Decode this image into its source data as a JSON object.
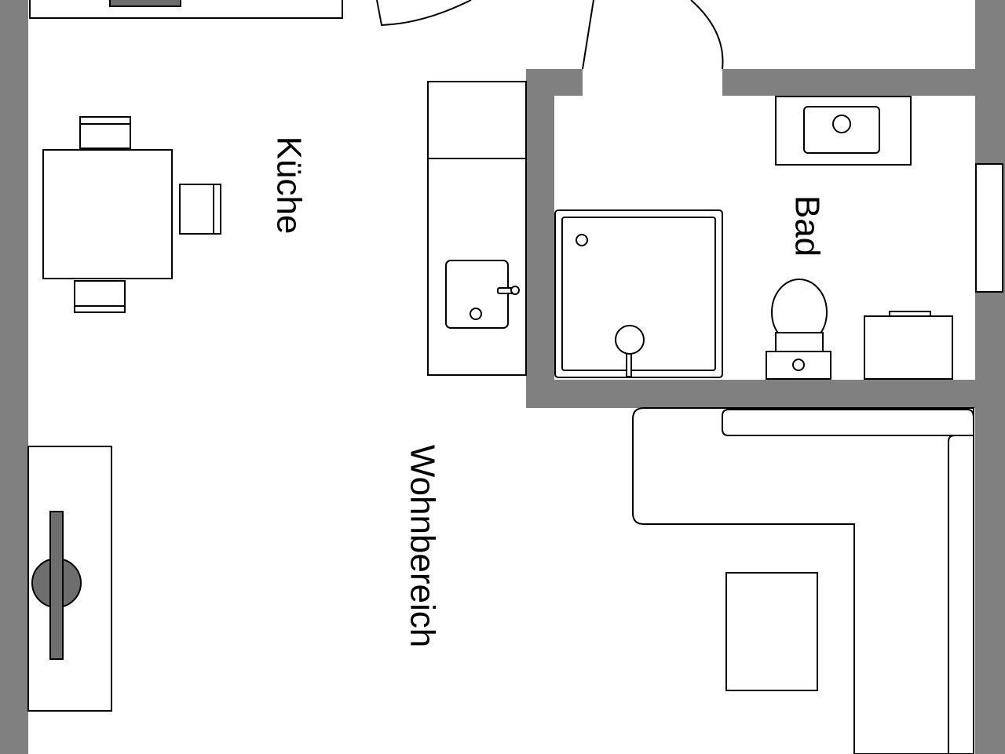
{
  "plan": {
    "rooms": {
      "kitchen": "Küche",
      "bath": "Bad",
      "living": "Wohnbereich"
    },
    "colors": {
      "wall": "#808080",
      "accent_dark": "#6e6e6e",
      "line": "#000000",
      "background": "#ffffff"
    }
  }
}
